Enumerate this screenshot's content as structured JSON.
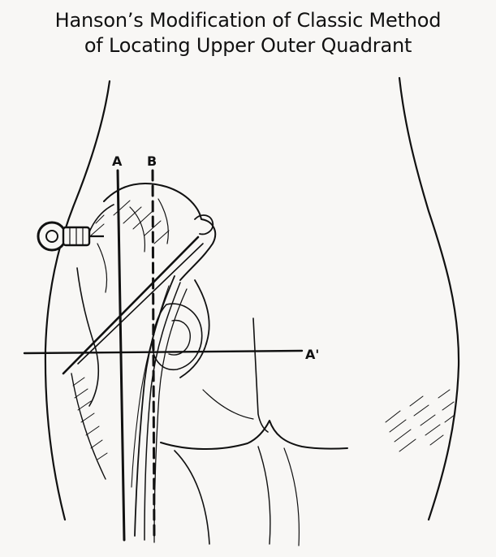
{
  "title": {
    "line1": "Hanson’s Modification of Classic Method",
    "line2": "of Locating Upper Outer Quadrant"
  },
  "labels": {
    "line_a": "A",
    "line_b": "B",
    "line_a_prime": "A'"
  },
  "icons": {
    "syringe": "syringe-icon"
  },
  "colors": {
    "ink": "#111111",
    "paper": "#f8f7f5"
  }
}
